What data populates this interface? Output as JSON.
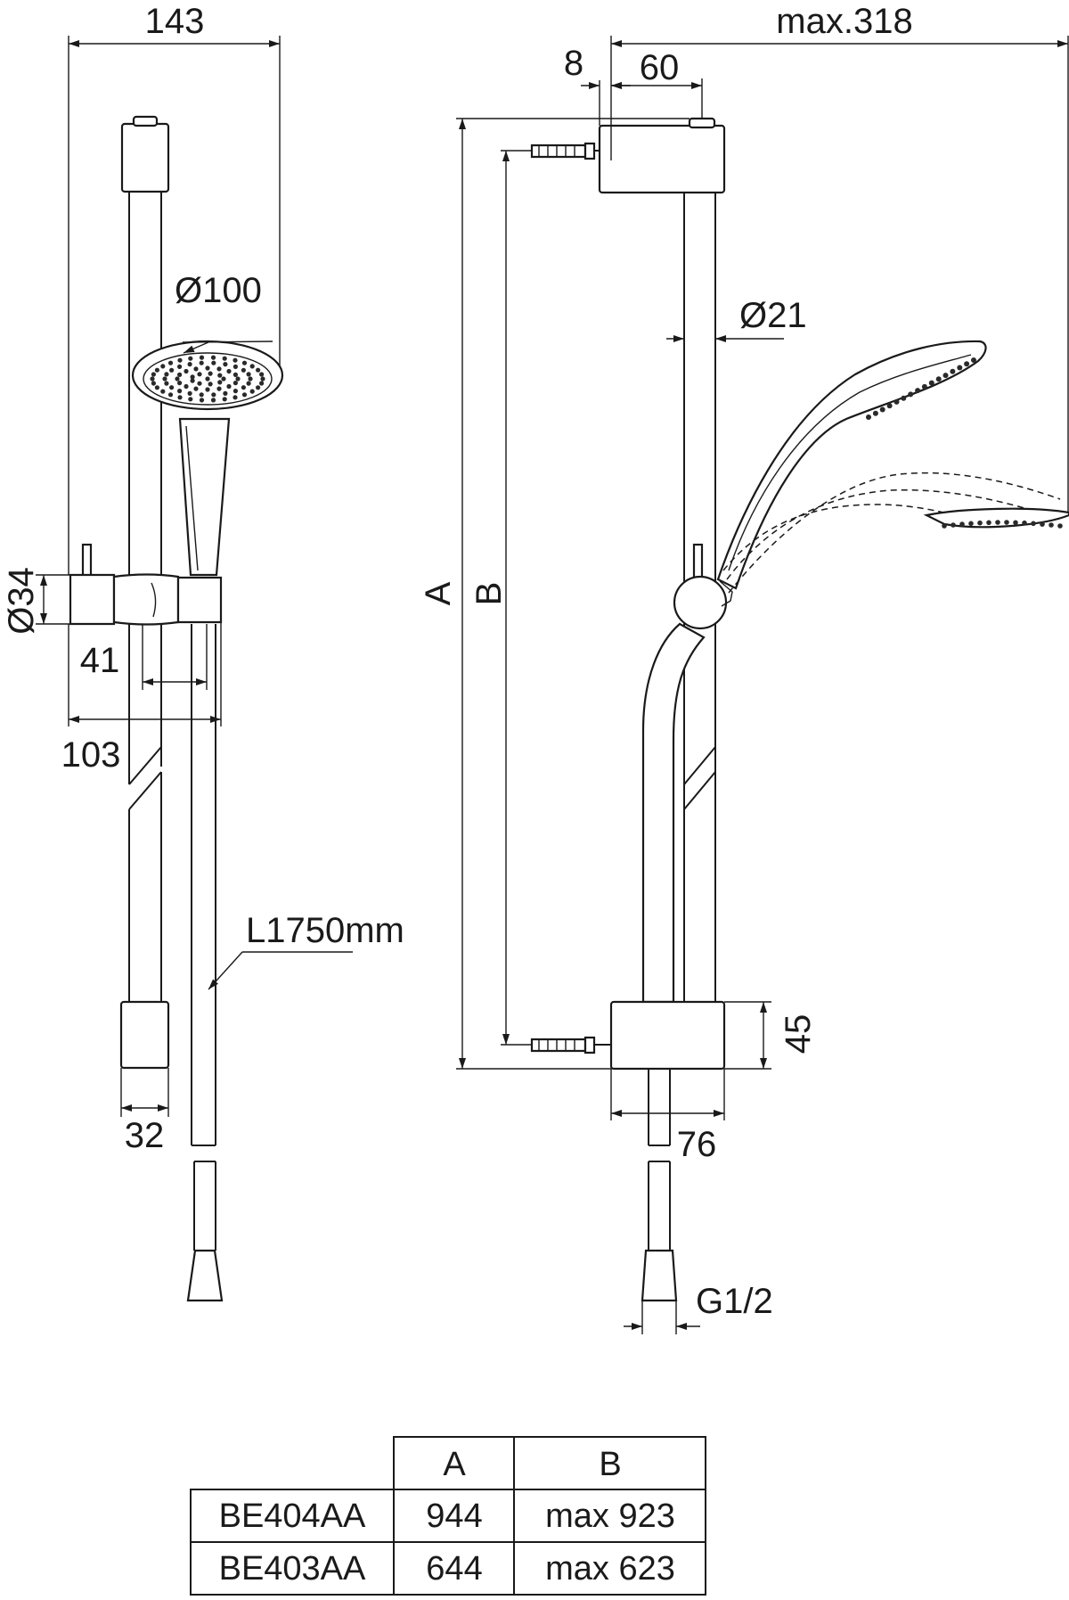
{
  "dimensions": {
    "width_left": "143",
    "head_diameter": "Ø100",
    "slider_diameter": "Ø34",
    "slider_offset": "41",
    "slider_depth": "103",
    "bracket_width_left": "32",
    "hose_length": "L1750mm",
    "max_projection": "max.318",
    "wall_gap": "8",
    "bracket_depth": "60",
    "rail_diameter": "Ø21",
    "label_a": "A",
    "label_b": "B",
    "bracket_height": "45",
    "bracket_width": "76",
    "thread": "G1/2"
  },
  "table": {
    "columns": [
      "",
      "A",
      "B"
    ],
    "rows": [
      [
        "BE404AA",
        "944",
        "max 923"
      ],
      [
        "BE403AA",
        "644",
        "max 623"
      ]
    ]
  }
}
